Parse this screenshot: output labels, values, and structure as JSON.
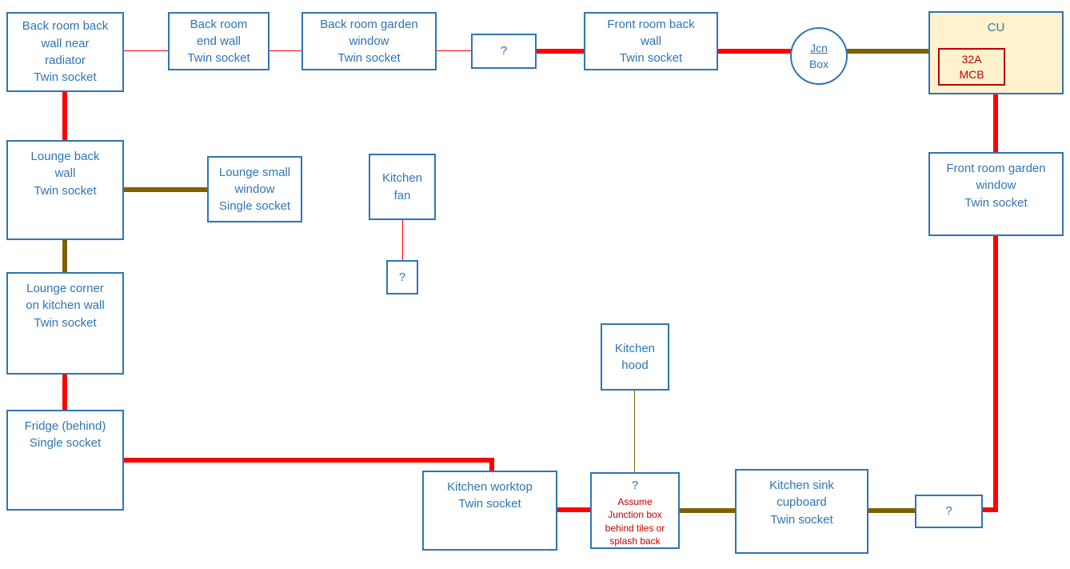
{
  "colors": {
    "wire_red": "#FF0000",
    "wire_olive": "#7F6000",
    "box_border": "#2E75B6",
    "box_text": "#2E75B6",
    "cu_fill": "#FFF2CC",
    "mcb_red": "#C00000",
    "note_red": "#C00000"
  },
  "nodes": {
    "back_room_back_wall": {
      "label": "Back room back\nwall near\nradiator\nTwin socket"
    },
    "back_room_end_wall": {
      "label": "Back room\nend wall\nTwin socket"
    },
    "back_room_garden_window": {
      "label": "Back room garden\nwindow\nTwin socket"
    },
    "unknown_1": {
      "label": "?"
    },
    "front_room_back_wall": {
      "label": "Front room back\nwall\nTwin socket"
    },
    "jcn_box": {
      "line1": "Jcn",
      "line2": "Box"
    },
    "cu": {
      "label": "CU",
      "mcb": "32A\nMCB"
    },
    "front_room_garden_window": {
      "label": "Front room garden\nwindow\nTwin socket"
    },
    "lounge_back_wall": {
      "label": "Lounge back\nwall\nTwin socket"
    },
    "lounge_small_window": {
      "label": "Lounge small\nwindow\nSingle socket"
    },
    "kitchen_fan": {
      "label": "Kitchen\nfan"
    },
    "unknown_2": {
      "label": "?"
    },
    "lounge_corner": {
      "label": "Lounge corner\non kitchen wall\nTwin socket"
    },
    "fridge": {
      "label": "Fridge (behind)\nSingle socket"
    },
    "kitchen_hood": {
      "label": "Kitchen\nhood"
    },
    "kitchen_worktop": {
      "label": "Kitchen worktop\nTwin socket"
    },
    "junction_unknown": {
      "label": "?",
      "note": "Assume\nJunction box\nbehind tiles or\nsplash back"
    },
    "kitchen_sink": {
      "label": "Kitchen sink\ncupboard\nTwin socket"
    },
    "unknown_3": {
      "label": "?"
    }
  }
}
